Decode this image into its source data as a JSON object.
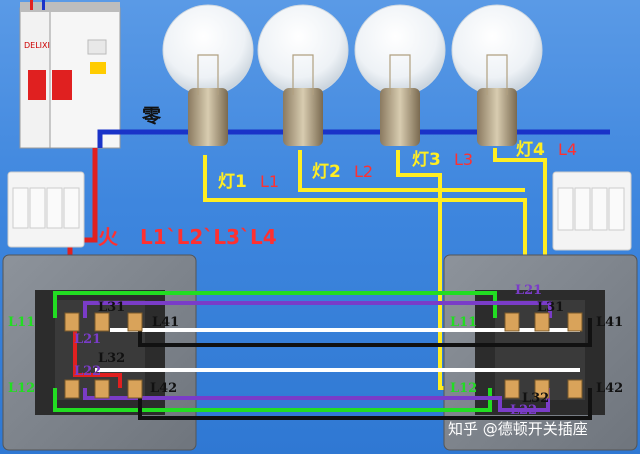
{
  "labels": {
    "neutral": "零",
    "live": "火",
    "live_lines": "L1`L2`L3`L4",
    "lamps": [
      {
        "name": "灯1",
        "line": "L1"
      },
      {
        "name": "灯2",
        "line": "L2"
      },
      {
        "name": "灯3",
        "line": "L3"
      },
      {
        "name": "灯4",
        "line": "L4"
      }
    ],
    "left_terminals": {
      "l11": "L11",
      "l21": "L21",
      "l31": "L31",
      "l41": "L41",
      "l12": "L12",
      "l22": "L22",
      "l32": "L32",
      "l42": "L42"
    },
    "right_terminals": {
      "l11": "L11",
      "l21": "L21",
      "l31": "L31",
      "l41": "L41",
      "l12": "L12",
      "l22": "L22",
      "l32": "L32",
      "l42": "L42"
    },
    "breaker_brand": "DELIXI",
    "watermark": "知乎 @德顿开关插座"
  },
  "colors": {
    "background": "#3e86de",
    "live_wire": "#e02020",
    "neutral_wire": "#1a33c8",
    "lamp_wire": "#ffee22",
    "green_wire": "#22dd22",
    "purple_wire": "#7a3cc8",
    "white_wire": "#ffffff",
    "black_wire": "#111111"
  }
}
